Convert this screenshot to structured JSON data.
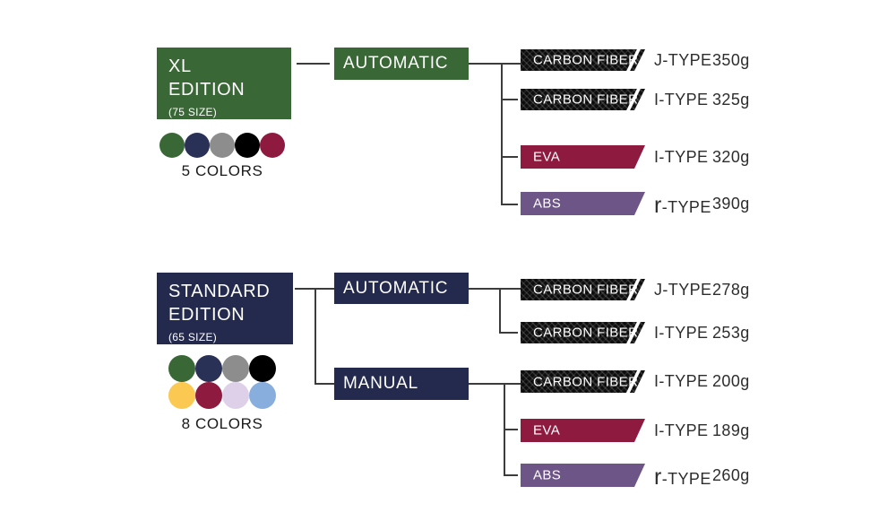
{
  "palette": {
    "green": "#3a6736",
    "navy": "#232a4d",
    "maroon": "#8e1a3f",
    "purple": "#6e5587",
    "carbon_black": "#0d0d0d",
    "line": "#3c3c3c"
  },
  "top": {
    "edition": {
      "line1": "XL",
      "line2": "EDITION",
      "size": "(75 SIZE)"
    },
    "swatches": [
      "#3a6736",
      "#2a3157",
      "#8d8d8d",
      "#000000",
      "#8e1a3f"
    ],
    "colors_label": "5 COLORS",
    "mode": "AUTOMATIC",
    "rows": [
      {
        "material": "CARBON FIBER",
        "type": "J-TYPE",
        "weight": "350g"
      },
      {
        "material": "CARBON FIBER",
        "type": "I-TYPE",
        "weight": "325g"
      },
      {
        "material": "EVA",
        "type": "I-TYPE",
        "weight": "320g"
      },
      {
        "material": "ABS",
        "type": "r-TYPE",
        "weight": "390g"
      }
    ]
  },
  "bottom": {
    "edition": {
      "line1": "STANDARD",
      "line2": "EDITION",
      "size": "(65 SIZE)"
    },
    "swatches": [
      "#3a6736",
      "#2a3157",
      "#8d8d8d",
      "#000000",
      "#fbc851",
      "#8e1a3f",
      "#ddd0e8",
      "#88aede"
    ],
    "colors_label": "8 COLORS",
    "modes": {
      "automatic": "AUTOMATIC",
      "manual": "MANUAL"
    },
    "auto_rows": [
      {
        "material": "CARBON FIBER",
        "type": "J-TYPE",
        "weight": "278g"
      },
      {
        "material": "CARBON FIBER",
        "type": "I-TYPE",
        "weight": "253g"
      }
    ],
    "manual_rows": [
      {
        "material": "CARBON FIBER",
        "type": "I-TYPE",
        "weight": "200g"
      },
      {
        "material": "EVA",
        "type": "I-TYPE",
        "weight": "189g"
      },
      {
        "material": "ABS",
        "type": "r-TYPE",
        "weight": "260g"
      }
    ]
  }
}
